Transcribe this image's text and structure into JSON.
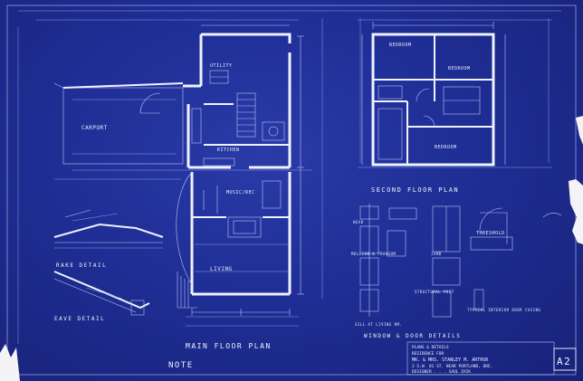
{
  "sheet": {
    "sheet_number": "A2",
    "drawings": {
      "main_floor_plan": "MAIN FLOOR PLAN",
      "second_floor_plan": "SECOND FLOOR PLAN",
      "window_door_details": "WINDOW & DOOR DETAILS",
      "rake_detail": "RAKE DETAIL",
      "eave_detail": "EAVE DETAIL",
      "note": "NOTE"
    },
    "rooms": {
      "carport": "CARPORT",
      "utility": "UTILITY",
      "kitchen": "KITCHEN",
      "music_rec": "MUSIC/REC",
      "living": "LIVING",
      "bedroom_1": "BEDROOM",
      "bedroom_2": "BEDROOM",
      "bedroom_3": "BEDROOM"
    },
    "detail_labels": {
      "head": "HEAD",
      "mullion_transom": "MULLION & TRANSOM",
      "jamb": "JAMB",
      "structural_post": "STRUCTURAL POST",
      "sill": "SILL AT LIVING RM.",
      "threshold": "THRESHOLD",
      "typical_interior_door_casing": "TYPICAL INTERIOR DOOR CASING"
    },
    "title_block": {
      "line1": "PLANS & DETAILS",
      "line2": "RESIDENCE FOR",
      "line3": "MR. & MRS. STANLEY M. ARTHUR",
      "line4": "2 S.W. 81 ST. NEAR PORTLAND, ORE.",
      "line5": "DESIGNER . . . SAUL ZAIK"
    }
  },
  "colors": {
    "paper": "#1f2e95",
    "ink": "#e8edff"
  }
}
